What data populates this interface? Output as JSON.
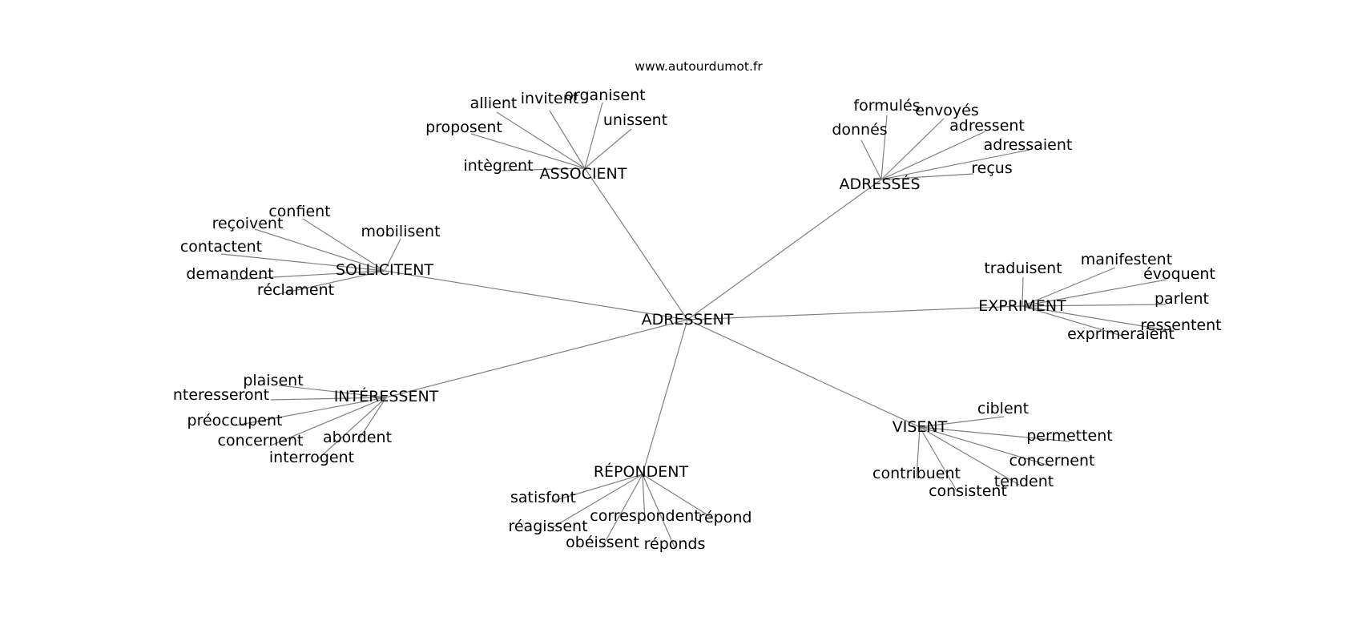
{
  "site": "www.autourdumot.fr",
  "graph": {
    "root": "ADRESSENT",
    "branches": [
      {
        "label": "ASSOCIENT",
        "leaves": [
          "allient",
          "invitent",
          "organisent",
          "unissent",
          "proposent",
          "intègrent"
        ]
      },
      {
        "label": "ADRESSÉS",
        "leaves": [
          "formulés",
          "envoyés",
          "donnés",
          "adressent",
          "adressaient",
          "reçus"
        ]
      },
      {
        "label": "SOLLICITENT",
        "leaves": [
          "confient",
          "reçoivent",
          "mobilisent",
          "contactent",
          "demandent",
          "réclament"
        ]
      },
      {
        "label": "EXPRIMENT",
        "leaves": [
          "traduisent",
          "manifestent",
          "évoquent",
          "parlent",
          "ressentent",
          "exprimeraient"
        ]
      },
      {
        "label": "INTÉRESSENT",
        "leaves": [
          "plaisent",
          "nteresseront",
          "préoccupent",
          "concernent",
          "abordent",
          "interrogent"
        ]
      },
      {
        "label": "VISENT",
        "leaves": [
          "ciblent",
          "permettent",
          "concernent",
          "contribuent",
          "tendent",
          "consistent"
        ]
      },
      {
        "label": "RÉPONDENT",
        "leaves": [
          "satisfont",
          "réagissent",
          "correspondent",
          "répond",
          "obéissent",
          "réponds"
        ]
      }
    ]
  }
}
